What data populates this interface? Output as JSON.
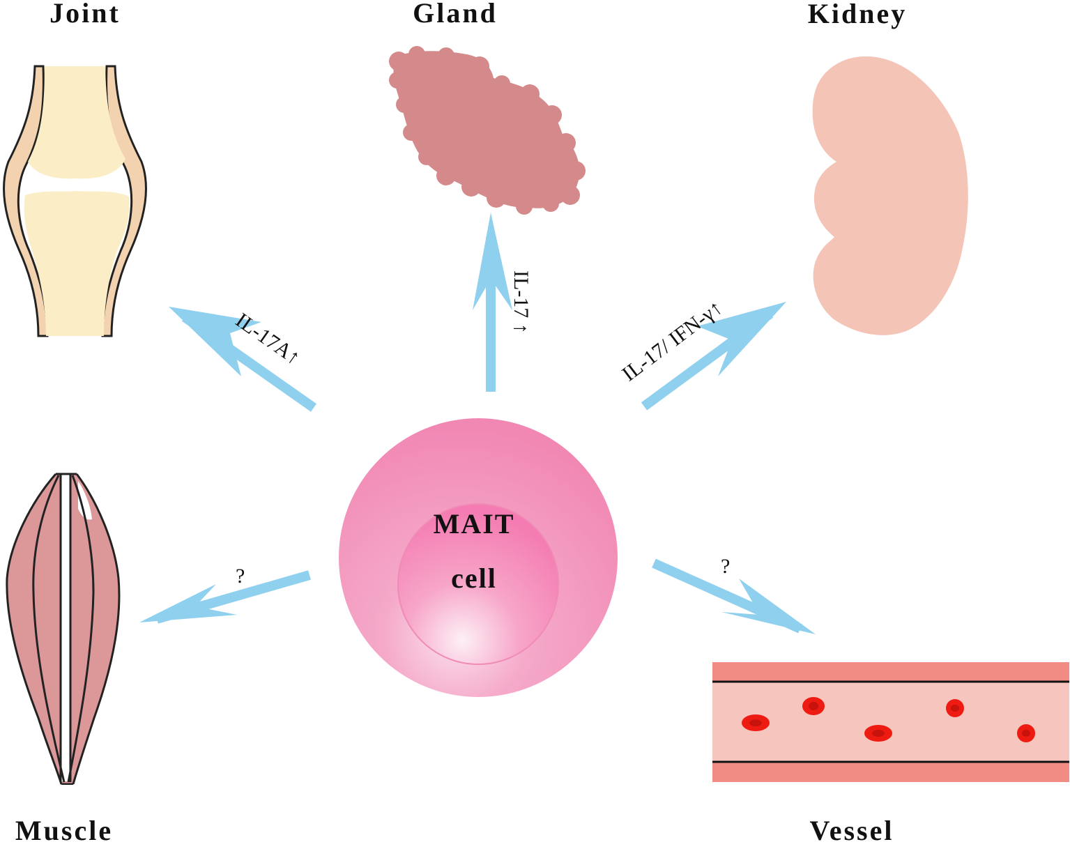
{
  "colors": {
    "arrow": "#8fd0ee",
    "cell_outer": "#f188b4",
    "cell_inner": "#f47cb2",
    "joint_bone": "#fbeec6",
    "joint_capsule": "#f3d2b0",
    "gland": "#d4898b",
    "kidney": "#f4c4b7",
    "muscle": "#dc9899",
    "vessel_wall": "#f08c84",
    "vessel_lumen": "#f6c5bd",
    "blood_cell": "#ee1b12"
  },
  "organs": {
    "joint": {
      "label": "Joint",
      "icon": "joint-icon"
    },
    "gland": {
      "label": "Gland",
      "icon": "gland-icon"
    },
    "kidney": {
      "label": "Kidney",
      "icon": "kidney-icon"
    },
    "muscle": {
      "label": "Muscle",
      "icon": "muscle-icon"
    },
    "vessel": {
      "label": "Vessel",
      "icon": "vessel-icon"
    }
  },
  "center": {
    "line1": "MAIT",
    "line2": "cell",
    "icon": "mait-cell-icon"
  },
  "arrows": {
    "joint": "IL-17A↑",
    "gland": "IL-17 ↑",
    "kidney": "IL-17/ IFN-γ↑",
    "muscle": "?",
    "vessel": "?"
  }
}
